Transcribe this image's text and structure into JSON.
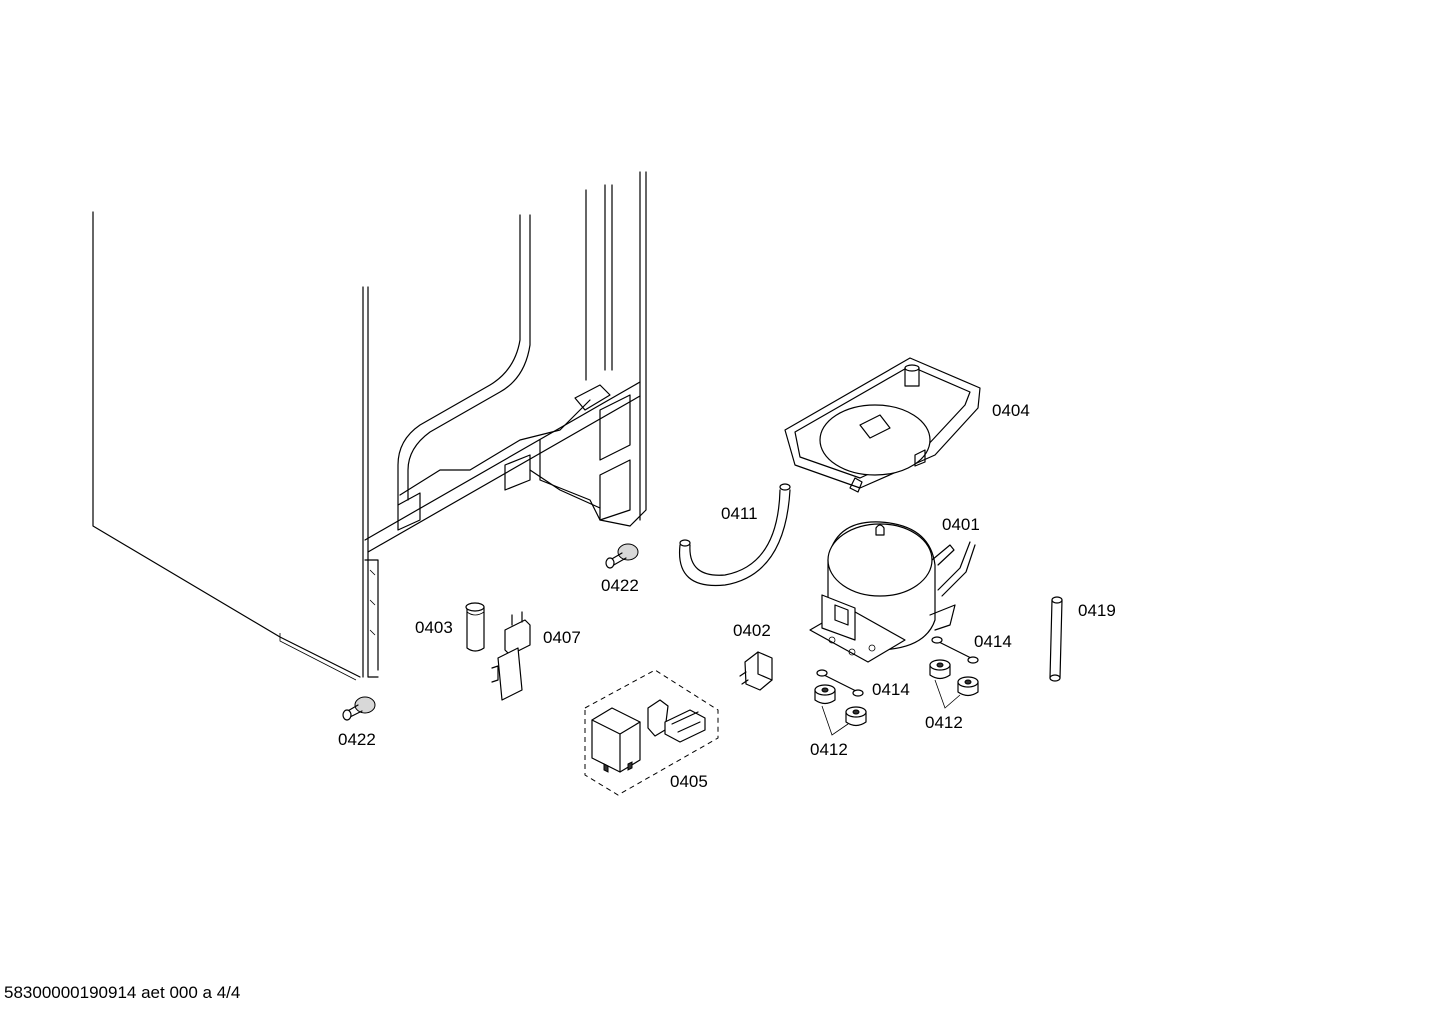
{
  "callouts": {
    "p0401": "0401",
    "p0402": "0402",
    "p0403": "0403",
    "p0404": "0404",
    "p0405": "0405",
    "p0407": "0407",
    "p0411": "0411",
    "p0412": "0412",
    "p0414": "0414",
    "p0419": "0419",
    "p0422": "0422"
  },
  "footer": {
    "text": "58300000190914 aet 000 a 4/4"
  }
}
